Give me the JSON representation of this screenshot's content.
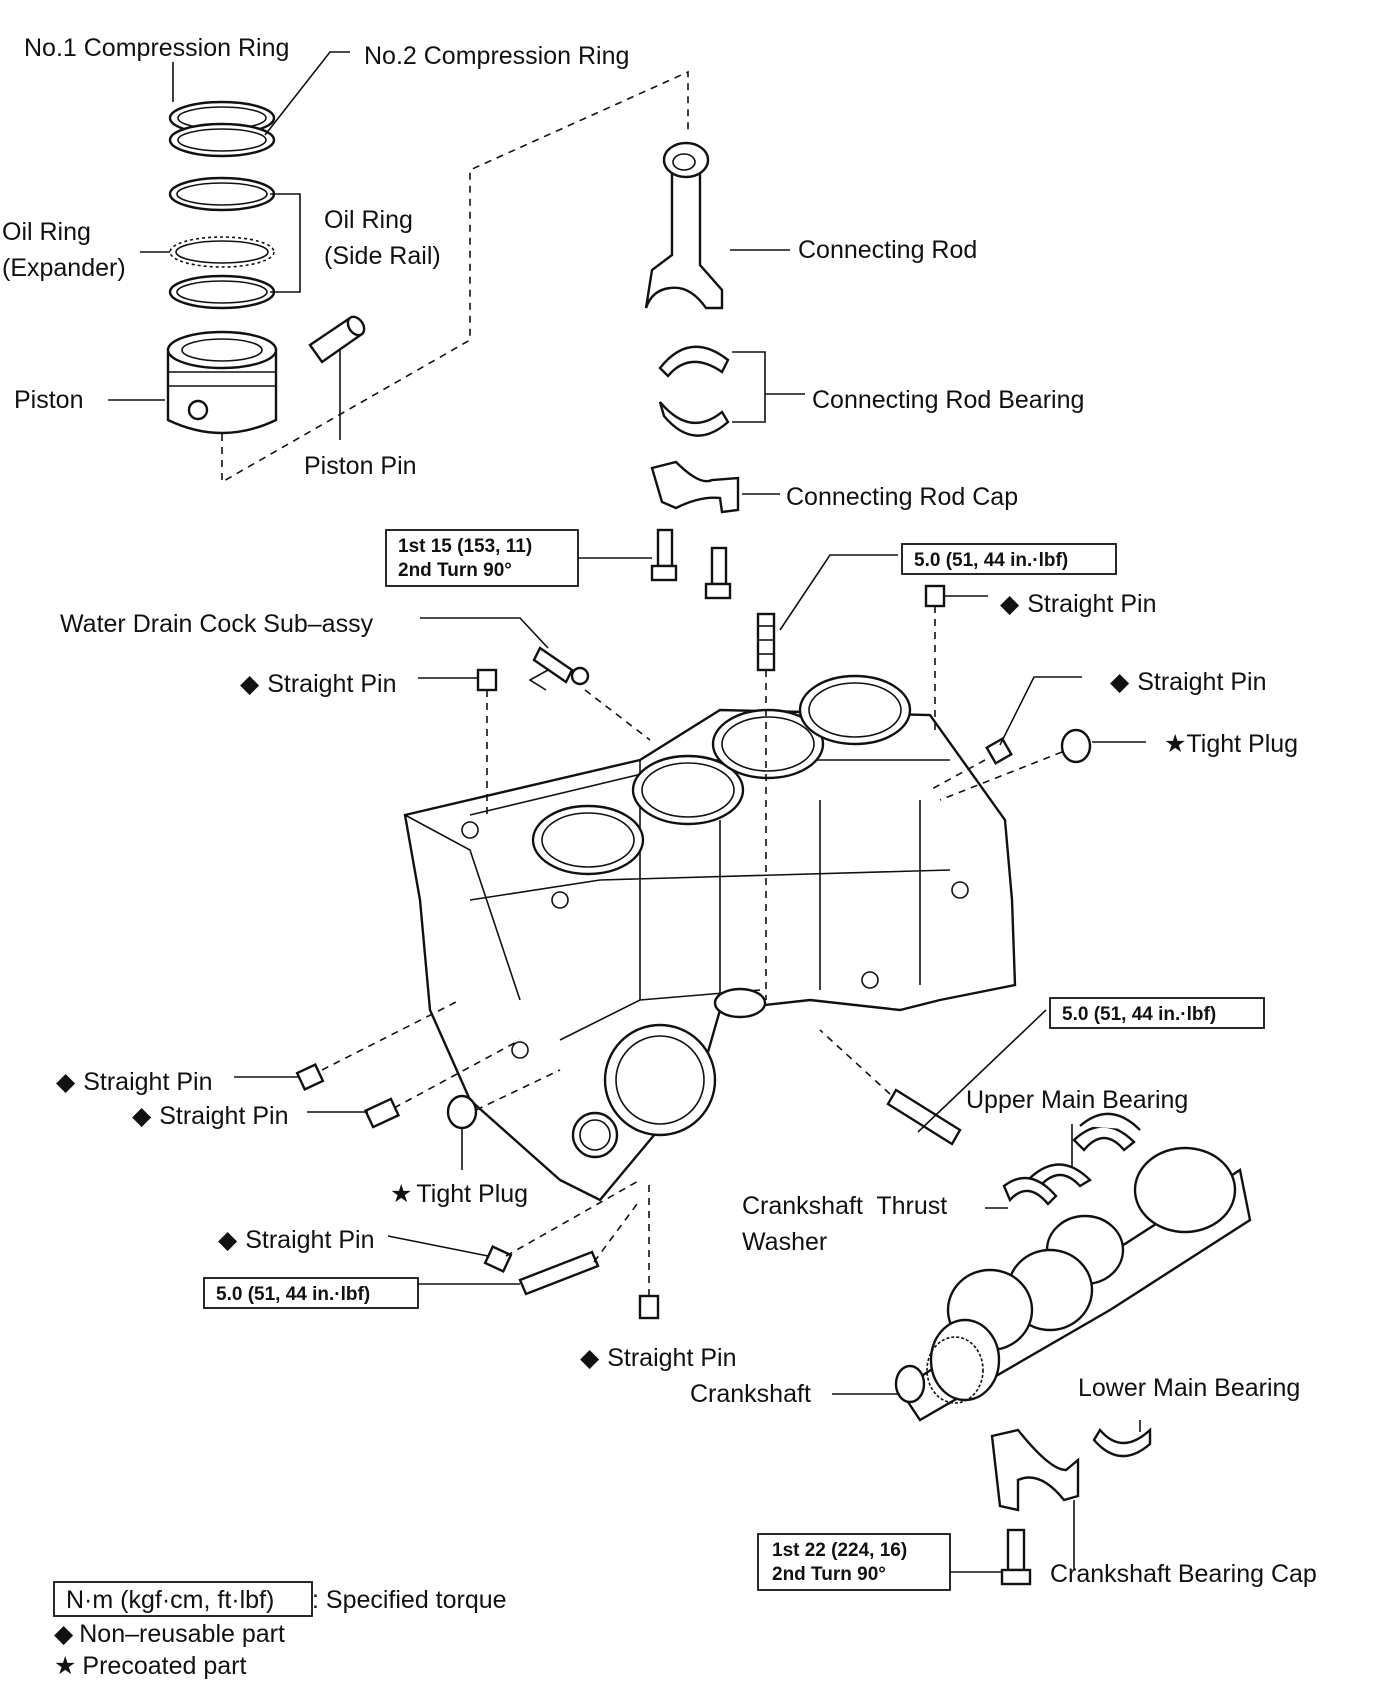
{
  "labels": {
    "no1_ring": "No.1 Compression Ring",
    "no2_ring": "No.2 Compression Ring",
    "oil_ring_expander_1": "Oil Ring",
    "oil_ring_expander_2": "(Expander)",
    "oil_ring_side_1": "Oil Ring",
    "oil_ring_side_2": "(Side Rail)",
    "piston": "Piston",
    "piston_pin": "Piston Pin",
    "connecting_rod": "Connecting Rod",
    "rod_bearing": "Connecting Rod Bearing",
    "rod_cap": "Connecting Rod Cap",
    "water_drain": "Water Drain Cock Sub–assy",
    "straight_pin": "Straight Pin",
    "tight_plug": "Tight Plug",
    "upper_main_bearing": "Upper Main Bearing",
    "thrust_1": "Crankshaft  Thrust",
    "thrust_2": "Washer",
    "crankshaft": "Crankshaft",
    "lower_main_bearing": "Lower Main Bearing",
    "bearing_cap": "Crankshaft Bearing Cap"
  },
  "symbols": {
    "non_reusable": "◆",
    "precoated": "★"
  },
  "torque": {
    "rod_bolt_1": "1st 15 (153, 11)",
    "rod_bolt_2": "2nd Turn 90°",
    "stud_top": "5.0 (51, 44 in.·lbf)",
    "stud_right": "5.0 (51, 44 in.·lbf)",
    "stud_left": "5.0 (51, 44 in.·lbf)",
    "cap_bolt_1": "1st 22 (224, 16)",
    "cap_bolt_2": "2nd Turn 90°"
  },
  "legend": {
    "unit_box": "N·m (kgf·cm, ft·lbf)",
    "unit_desc": ": Specified torque",
    "non_reusable": "Non–reusable part",
    "precoated": "Precoated part"
  }
}
